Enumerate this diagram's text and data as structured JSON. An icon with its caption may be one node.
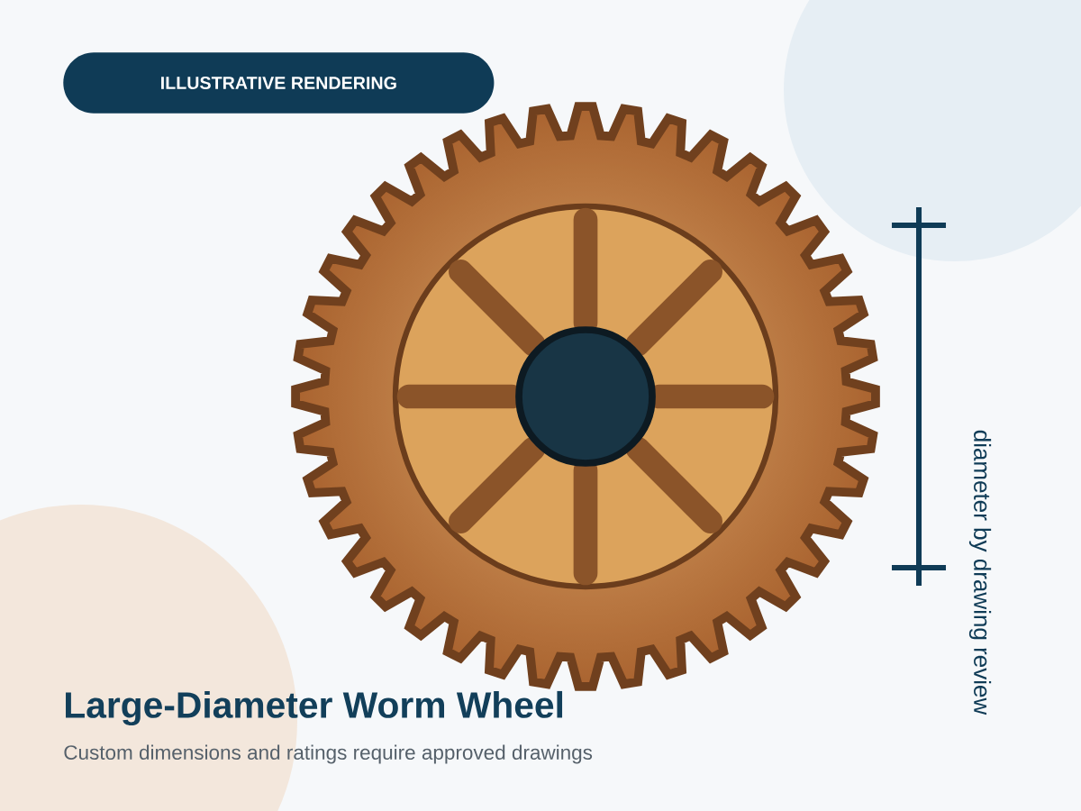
{
  "diagram": {
    "title": "Large-Diameter Worm Wheel",
    "caption": "Custom dimensions and ratings require approved drawings",
    "nodes": [
      {
        "text": [
          "ILLUSTRATIVE RENDERING"
        ]
      }
    ],
    "labels": [
      "diameter by drawing review"
    ]
  }
}
